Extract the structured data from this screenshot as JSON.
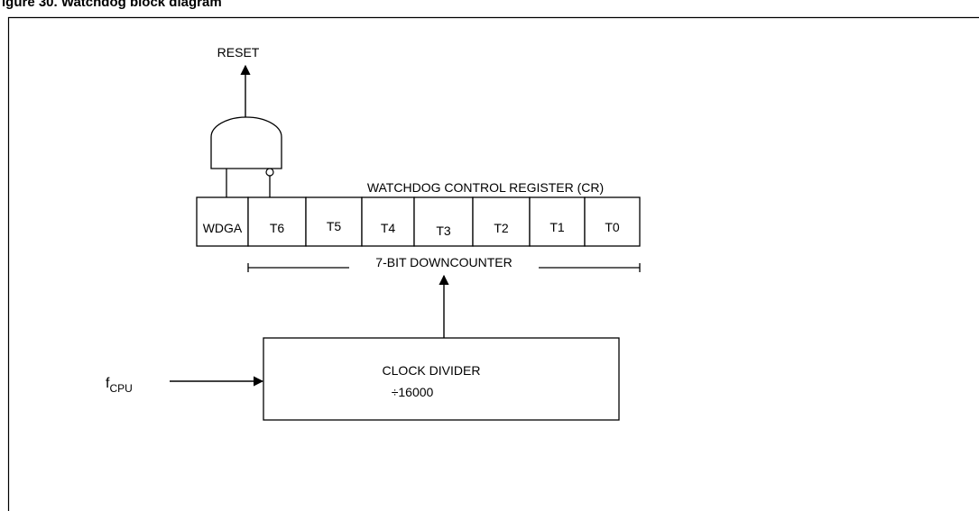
{
  "figure_caption": "igure 30. Watchdog block diagram",
  "reset_label": "RESET",
  "register_title": "WATCHDOG CONTROL REGISTER (CR)",
  "register_bits": [
    "WDGA",
    "T6",
    "T5",
    "T4",
    "T3",
    "T2",
    "T1",
    "T0"
  ],
  "downcounter_label": "7-BIT DOWNCOUNTER",
  "clock_divider": {
    "title": "CLOCK DIVIDER",
    "ratio": "÷16000"
  },
  "clock_input": {
    "label": "f",
    "subscript": "CPU"
  }
}
